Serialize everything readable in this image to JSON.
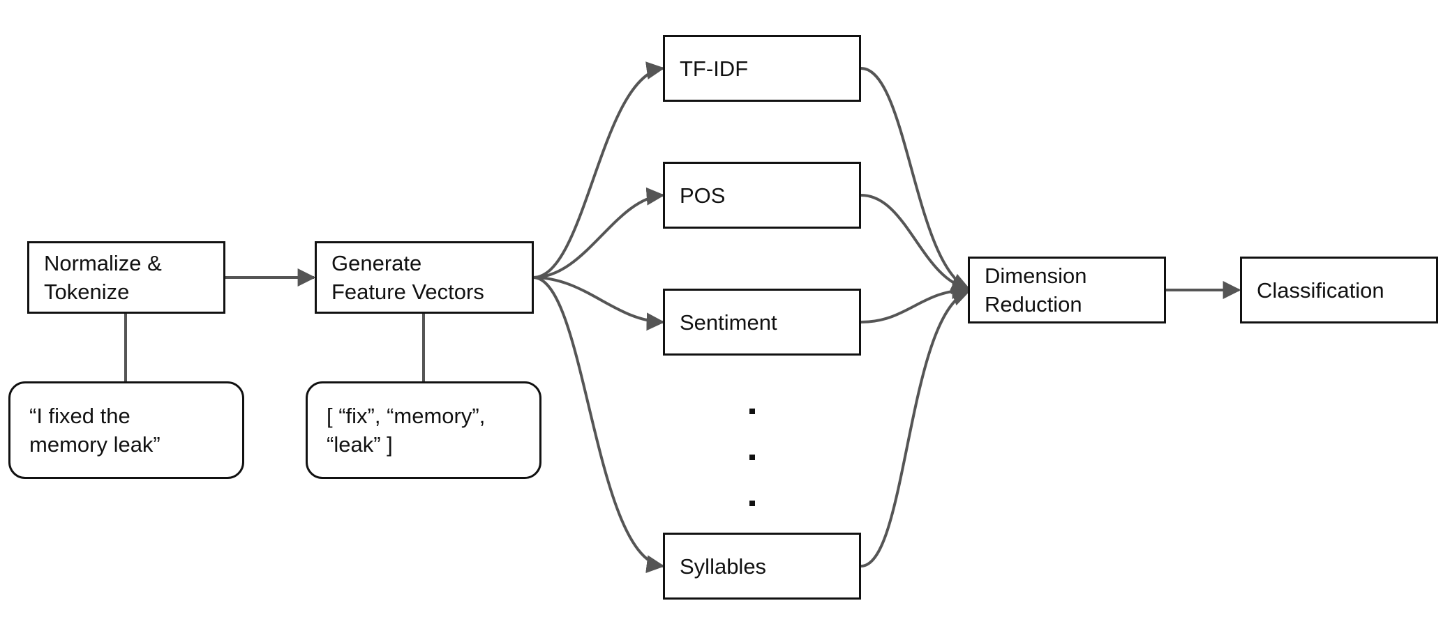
{
  "colors": {
    "connector": "#555555",
    "box_border": "#111111",
    "background": "#ffffff"
  },
  "nodes": {
    "normalize": "Normalize &\nTokenize",
    "generate": "Generate\nFeature Vectors",
    "tfidf": "TF-IDF",
    "pos": "POS",
    "sentiment": "Sentiment",
    "syllables": "Syllables",
    "dimension": "Dimension\nReduction",
    "classification": "Classification"
  },
  "notes": {
    "example_sentence": "“I fixed the\nmemory leak”",
    "example_tokens": "[ “fix”, “memory”,\n“leak” ]"
  }
}
